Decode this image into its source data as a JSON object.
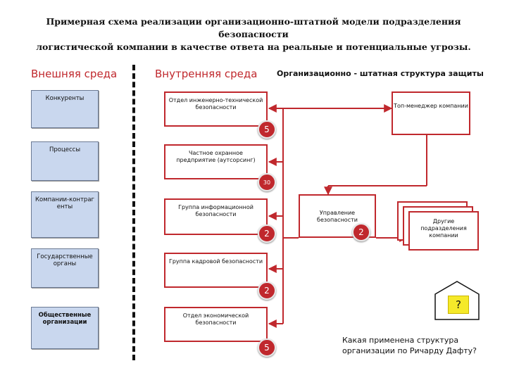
{
  "title": {
    "line1": "Примерная схема реализации организационно-штатной модели подразделения безопасности",
    "line2": "логистической компании в качестве ответа на реальные и потенциальные угрозы."
  },
  "columns": {
    "external": "Внешняя среда",
    "internal": "Внутренняя среда",
    "org": "Организационно - штатная структура защиты"
  },
  "external_items": [
    "Конкуренты",
    "Процессы",
    "Компании-контраг енты",
    "Государственные органы",
    "Общественные организации"
  ],
  "internal_items": [
    {
      "label": "Отдел инженерно-технической безопасности",
      "badge": "5"
    },
    {
      "label": "Частное охранное предприятие (аутсорсинг)",
      "badge": "30"
    },
    {
      "label": "Группа информационной безопасности",
      "badge": "2"
    },
    {
      "label": "Группа кадровой безопасности",
      "badge": "2"
    },
    {
      "label": "Отдел экономической безопасности",
      "badge": "5"
    }
  ],
  "top_manager": "Топ-менеджер компании",
  "security_mgmt": {
    "label": "Управление безопасности",
    "badge": "2"
  },
  "other_units": "Другие подразделения компании",
  "question_mark": "?",
  "caption": {
    "line1": "Какая применена структура",
    "line2": "организации по Ричарду Дафту?"
  },
  "colors": {
    "accent": "#c0282d",
    "external_fill": "#c9d7ee",
    "question_fill": "#f5e92a"
  }
}
